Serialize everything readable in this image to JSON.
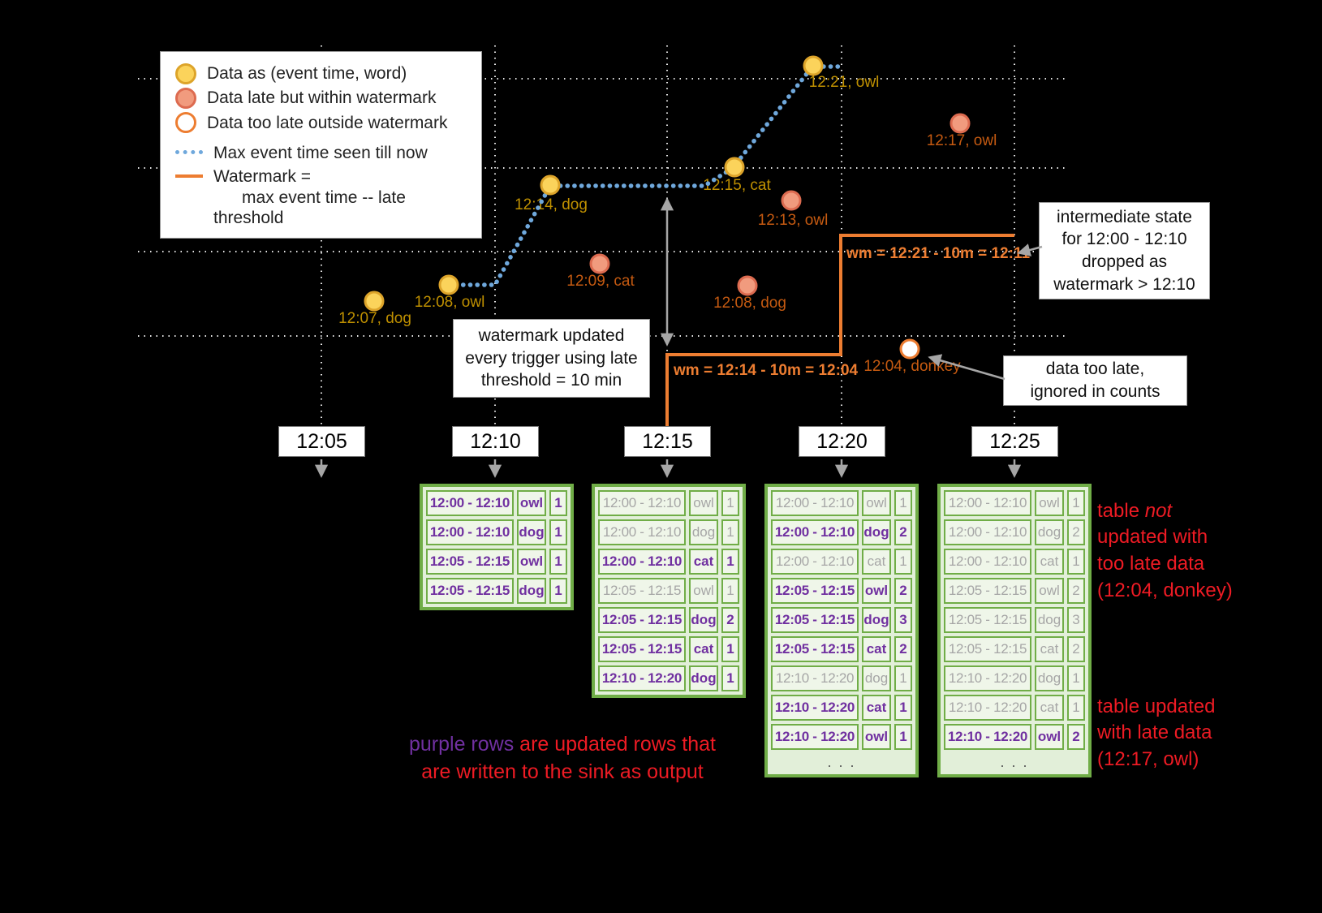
{
  "palette": {
    "background": "#000000",
    "grid": "#E8E8E8",
    "ontime_fill": "#FBD35B",
    "ontime_stroke": "#DDA42A",
    "ontime_text": "#BF9000",
    "late_fill": "#F19B7E",
    "late_stroke": "#DD6B50",
    "late_text": "#C55A11",
    "toolate_stroke": "#ED7D31",
    "max_event_line": "#6FA8DC",
    "watermark_line": "#ED7D31",
    "table_border": "#70AD47",
    "table_bg": "#E2EFD9",
    "cell_bg": "#EFF6E9",
    "updated_text": "#7030A0",
    "stale_text": "#A6A6A6",
    "note_red": "#EE1B24",
    "arrow_gray": "#A6A6A6",
    "callout_border": "#999999"
  },
  "legend": {
    "items": [
      {
        "label": "Data as (event time, word)"
      },
      {
        "label": "Data late but within watermark"
      },
      {
        "label": "Data too late outside watermark"
      },
      {
        "label": "Max event time seen till now"
      },
      {
        "label": "Watermark =\n      max event time -- late threshold"
      }
    ]
  },
  "ticks": [
    "12:05",
    "12:10",
    "12:15",
    "12:20",
    "12:25"
  ],
  "points": [
    {
      "label": "12:07, dog",
      "kind": "ontime"
    },
    {
      "label": "12:08, owl",
      "kind": "ontime"
    },
    {
      "label": "12:14, dog",
      "kind": "ontime"
    },
    {
      "label": "12:15, cat",
      "kind": "ontime"
    },
    {
      "label": "12:21, owl",
      "kind": "ontime"
    },
    {
      "label": "12:09, cat",
      "kind": "late"
    },
    {
      "label": "12:13, owl",
      "kind": "late"
    },
    {
      "label": "12:08, dog",
      "kind": "late"
    },
    {
      "label": "12:17, owl",
      "kind": "late"
    },
    {
      "label": "12:04, donkey",
      "kind": "too-late"
    }
  ],
  "watermark_labels": {
    "first": "wm = 12:14 - 10m = 12:04",
    "second": "wm = 12:21 - 10m = 12:11"
  },
  "callouts": {
    "trigger_update": "watermark updated\nevery trigger using late\nthreshold = 10 min",
    "intermediate_state": "intermediate state\nfor 12:00 - 12:10\ndropped as\nwatermark > 12:10",
    "too_late": "data too late,\nignored in counts"
  },
  "notes": {
    "sink_highlight": "purple rows",
    "sink_rest": " are updated rows that\nare written to the sink as output",
    "not_updated_prefix": "table ",
    "not_updated_emph": "not",
    "not_updated_rest": "\nupdated with\ntoo late data\n(12:04, donkey)",
    "updated_late": "table updated\nwith late data\n(12:17, owl)"
  },
  "tables": [
    {
      "trigger": "12:10",
      "rows": [
        {
          "window": "12:00 - 12:10",
          "word": "owl",
          "count": "1",
          "updated": true
        },
        {
          "window": "12:00 - 12:10",
          "word": "dog",
          "count": "1",
          "updated": true
        },
        {
          "window": "12:05 - 12:15",
          "word": "owl",
          "count": "1",
          "updated": true
        },
        {
          "window": "12:05 - 12:15",
          "word": "dog",
          "count": "1",
          "updated": true
        }
      ],
      "footer": ""
    },
    {
      "trigger": "12:15",
      "rows": [
        {
          "window": "12:00 - 12:10",
          "word": "owl",
          "count": "1",
          "updated": false
        },
        {
          "window": "12:00 - 12:10",
          "word": "dog",
          "count": "1",
          "updated": false
        },
        {
          "window": "12:00 - 12:10",
          "word": "cat",
          "count": "1",
          "updated": true
        },
        {
          "window": "12:05 - 12:15",
          "word": "owl",
          "count": "1",
          "updated": false
        },
        {
          "window": "12:05 - 12:15",
          "word": "dog",
          "count": "2",
          "updated": true
        },
        {
          "window": "12:05 - 12:15",
          "word": "cat",
          "count": "1",
          "updated": true
        },
        {
          "window": "12:10 - 12:20",
          "word": "dog",
          "count": "1",
          "updated": true
        }
      ],
      "footer": ""
    },
    {
      "trigger": "12:20",
      "rows": [
        {
          "window": "12:00 - 12:10",
          "word": "owl",
          "count": "1",
          "updated": false
        },
        {
          "window": "12:00 - 12:10",
          "word": "dog",
          "count": "2",
          "updated": true
        },
        {
          "window": "12:00 - 12:10",
          "word": "cat",
          "count": "1",
          "updated": false
        },
        {
          "window": "12:05 - 12:15",
          "word": "owl",
          "count": "2",
          "updated": true
        },
        {
          "window": "12:05 - 12:15",
          "word": "dog",
          "count": "3",
          "updated": true
        },
        {
          "window": "12:05 - 12:15",
          "word": "cat",
          "count": "2",
          "updated": true
        },
        {
          "window": "12:10 - 12:20",
          "word": "dog",
          "count": "1",
          "updated": false
        },
        {
          "window": "12:10 - 12:20",
          "word": "cat",
          "count": "1",
          "updated": true
        },
        {
          "window": "12:10 - 12:20",
          "word": "owl",
          "count": "1",
          "updated": true
        }
      ],
      "footer": ". . ."
    },
    {
      "trigger": "12:25",
      "rows": [
        {
          "window": "12:00 - 12:10",
          "word": "owl",
          "count": "1",
          "updated": false
        },
        {
          "window": "12:00 - 12:10",
          "word": "dog",
          "count": "2",
          "updated": false
        },
        {
          "window": "12:00 - 12:10",
          "word": "cat",
          "count": "1",
          "updated": false
        },
        {
          "window": "12:05 - 12:15",
          "word": "owl",
          "count": "2",
          "updated": false
        },
        {
          "window": "12:05 - 12:15",
          "word": "dog",
          "count": "3",
          "updated": false
        },
        {
          "window": "12:05 - 12:15",
          "word": "cat",
          "count": "2",
          "updated": false
        },
        {
          "window": "12:10 - 12:20",
          "word": "dog",
          "count": "1",
          "updated": false
        },
        {
          "window": "12:10 - 12:20",
          "word": "cat",
          "count": "1",
          "updated": false
        },
        {
          "window": "12:10 - 12:20",
          "word": "owl",
          "count": "2",
          "updated": true
        }
      ],
      "footer": ". . ."
    }
  ]
}
